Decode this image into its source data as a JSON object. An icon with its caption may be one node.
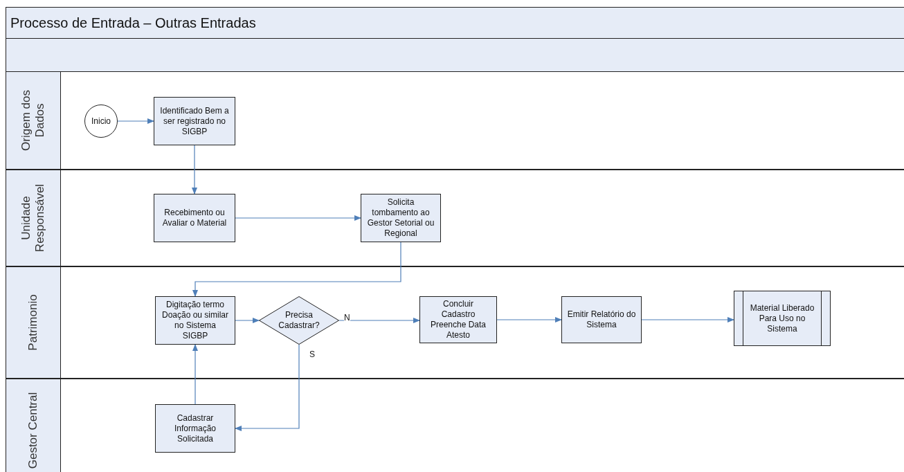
{
  "diagram": {
    "title": "Processo de Entrada – Outras Entradas",
    "nodes": [
      {
        "text": [
          "Origem dos Dados"
        ]
      },
      {
        "text": [
          "Inicio"
        ],
        "in": 0
      },
      {
        "text": [
          "Identificado Bem a ser registrado no SIGBP"
        ],
        "in": 0
      },
      {
        "text": [
          "Unidade Responsável"
        ]
      },
      {
        "text": [
          "Recebimento ou Avaliar o Material"
        ],
        "in": 3
      },
      {
        "text": [
          "Solicita tombamento ao Gestor Setorial ou Regional"
        ],
        "in": 3
      },
      {
        "text": [
          "Patrimonio"
        ]
      },
      {
        "text": [
          "Digitação termo Doação ou similar no Sistema SIGBP"
        ],
        "in": 6
      },
      {
        "text": [
          "Precisa Cadastrar?"
        ],
        "in": 6
      },
      {
        "text": [
          "Concluir Cadastro Preenche Data Atesto"
        ],
        "in": 6
      },
      {
        "text": [
          "Emitir Relatório do Sistema"
        ],
        "in": 6
      },
      {
        "text": [
          "Material Liberado Para Uso no Sistema"
        ],
        "in": 6
      },
      {
        "text": [
          "Gestor Central"
        ]
      },
      {
        "text": [
          "Cadastrar Informação Solicitada"
        ],
        "in": 12
      }
    ],
    "edges": [
      {
        "from": 1,
        "to": 2,
        "arrow": "to"
      },
      {
        "from": 2,
        "to": 4,
        "arrow": "to"
      },
      {
        "from": 4,
        "to": 5,
        "arrow": "to"
      },
      {
        "from": 5,
        "to": 7,
        "arrow": "to"
      },
      {
        "from": 7,
        "to": 8,
        "arrow": "to"
      },
      {
        "from": 8,
        "to": 9,
        "arrow": "to",
        "label": "N"
      },
      {
        "from": 9,
        "to": 10,
        "arrow": "to"
      },
      {
        "from": 10,
        "to": 11,
        "arrow": "to"
      },
      {
        "from": 8,
        "to": 13,
        "arrow": "to",
        "label": "S"
      },
      {
        "from": 13,
        "to": 7,
        "arrow": "to"
      }
    ]
  }
}
